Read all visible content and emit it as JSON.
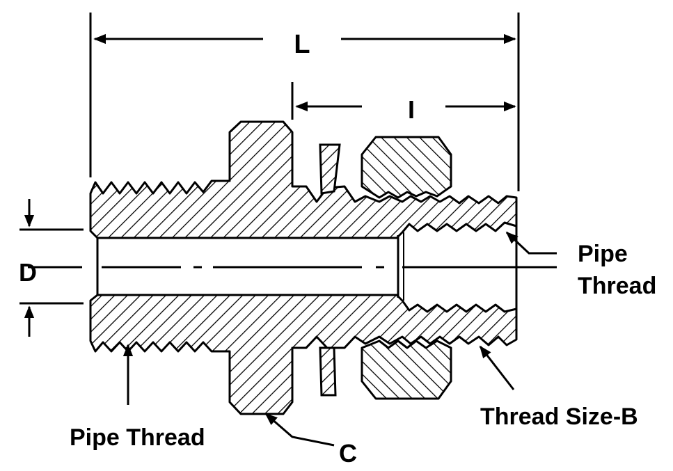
{
  "labels": {
    "length": "L",
    "thread_length": "I",
    "diameter": "D",
    "pipe_thread_right_line1": "Pipe",
    "pipe_thread_right_line2": "Thread",
    "pipe_thread_bottom": "Pipe Thread",
    "thread_size": "Thread Size-B",
    "collar": "C"
  },
  "colors": {
    "ink": "#000000",
    "background": "#ffffff"
  }
}
